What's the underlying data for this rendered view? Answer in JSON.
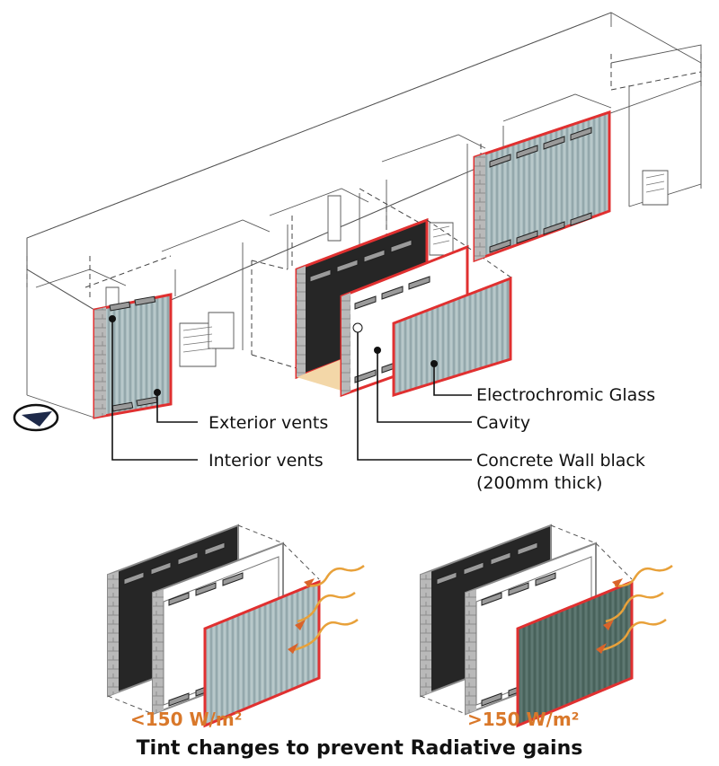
{
  "labels": {
    "electrochromic_glass": "Electrochromic Glass",
    "cavity": "Cavity",
    "exterior_vents": "Exterior vents",
    "interior_vents": "Interior vents",
    "concrete_wall_line1": "Concrete Wall black",
    "concrete_wall_line2": "(200mm thick)"
  },
  "conditions": {
    "low": "<150 W/m²",
    "high": ">150 W/m²"
  },
  "caption": "Tint changes to prevent Radiative gains",
  "colors": {
    "frame_red": "#e03030",
    "concrete_black": "#262626",
    "glass_clear": "#9fb2b6",
    "glass_tinted": "#4f6a63",
    "cavity_floor": "#f3d7a8",
    "condition_orange": "#d9782a",
    "heat_arrow": "#e8a13a",
    "vent_grey": "#9a9a9a"
  },
  "icons": [
    "north-arrow-icon",
    "heat-wave-arrow-icon"
  ]
}
